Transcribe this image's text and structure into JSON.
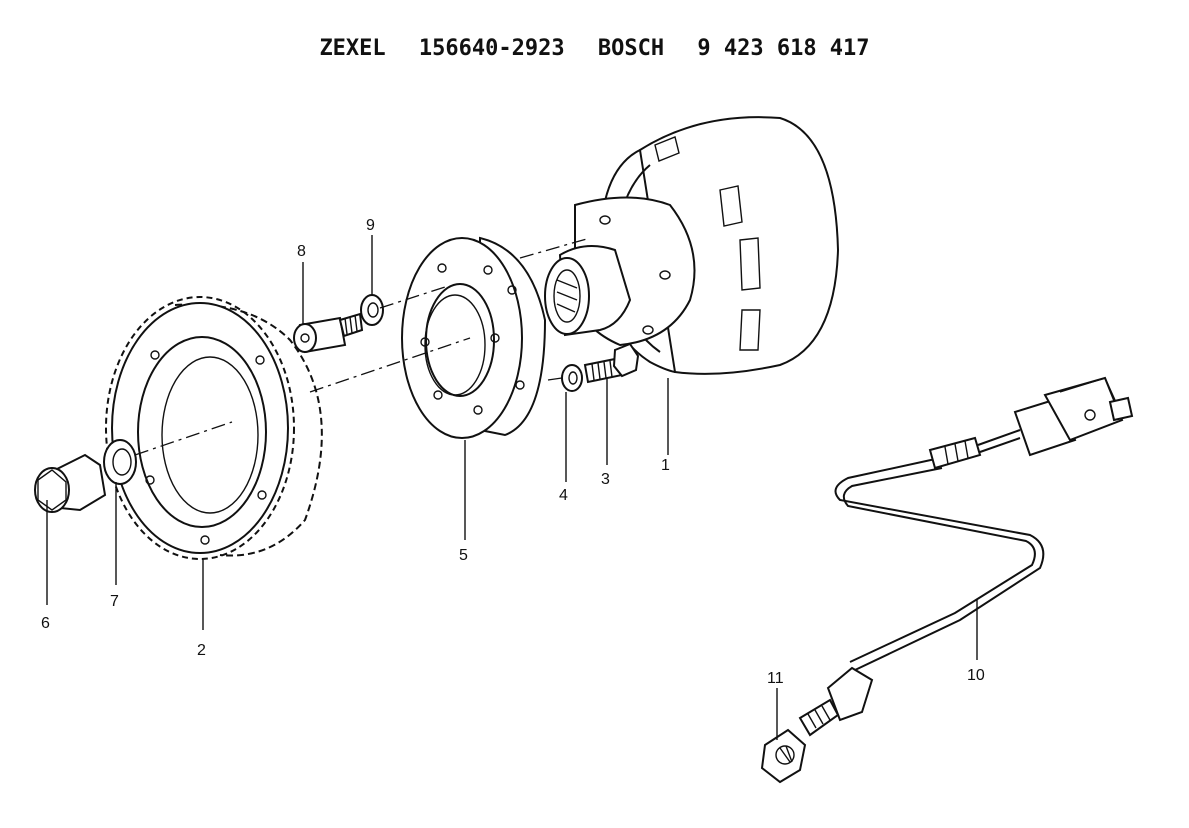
{
  "header": {
    "maker1": "ZEXEL",
    "part1": "156640-2923",
    "maker2": "BOSCH",
    "part2": "9 423 618 417"
  },
  "callouts": [
    "1",
    "2",
    "3",
    "4",
    "5",
    "6",
    "7",
    "8",
    "9",
    "10",
    "11"
  ]
}
